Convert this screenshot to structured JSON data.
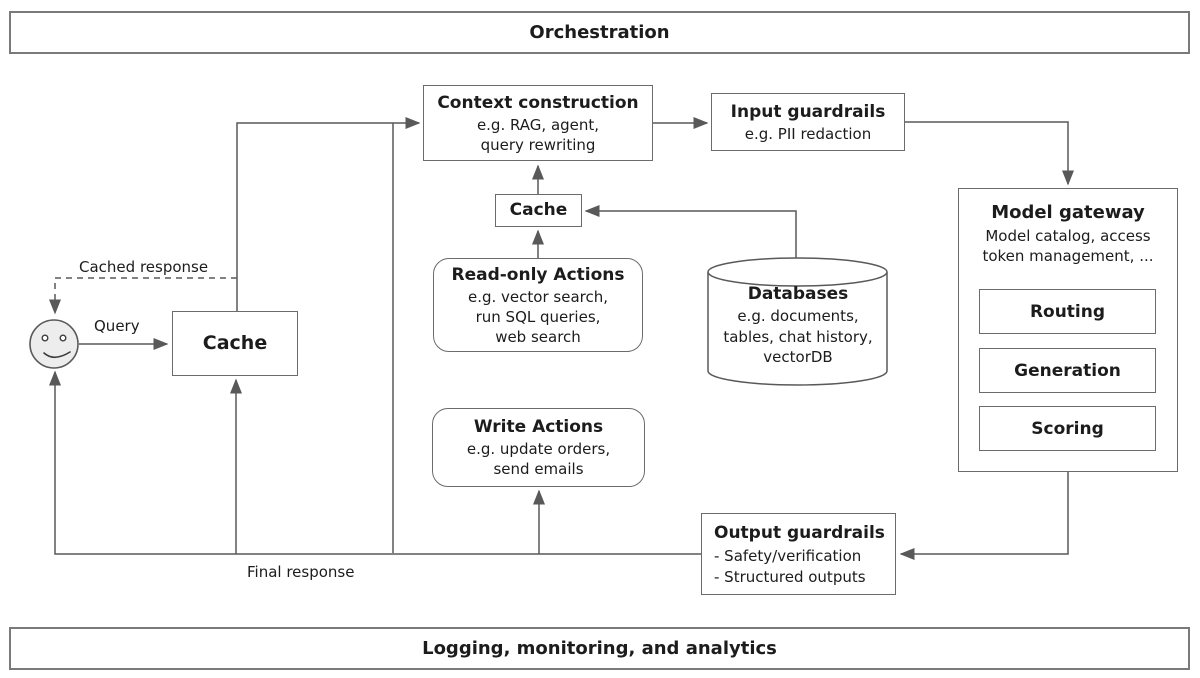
{
  "banners": {
    "top": "Orchestration",
    "bottom": "Logging, monitoring, and analytics"
  },
  "nodes": {
    "context_construction": {
      "title": "Context construction",
      "lines": [
        "e.g. RAG, agent,",
        "query rewriting"
      ]
    },
    "input_guardrails": {
      "title": "Input guardrails",
      "lines": [
        "e.g. PII redaction"
      ]
    },
    "cache_small": {
      "title": "Cache"
    },
    "cache_main": {
      "title": "Cache"
    },
    "read_only_actions": {
      "title": "Read-only Actions",
      "lines": [
        "e.g. vector search,",
        "run SQL queries,",
        "web search"
      ]
    },
    "write_actions": {
      "title": "Write Actions",
      "lines": [
        "e.g. update orders,",
        "send emails"
      ]
    },
    "databases": {
      "title": "Databases",
      "lines": [
        "e.g. documents,",
        "tables, chat history,",
        "vectorDB"
      ]
    },
    "model_gateway": {
      "title": "Model gateway",
      "lines": [
        "Model catalog, access",
        "token management, ..."
      ],
      "children": [
        "Routing",
        "Generation",
        "Scoring"
      ]
    },
    "output_guardrails": {
      "title": "Output guardrails",
      "lines": [
        "- Safety/verification",
        "- Structured outputs"
      ]
    }
  },
  "edge_labels": {
    "cached_response": "Cached response",
    "query": "Query",
    "final_response": "Final response"
  },
  "colors": {
    "line": "#595959",
    "box_border": "#6b6b6b",
    "banner_border": "#7a7a7a",
    "text": "#1c1c1c",
    "face_fill": "#ededed",
    "background": "#ffffff"
  }
}
